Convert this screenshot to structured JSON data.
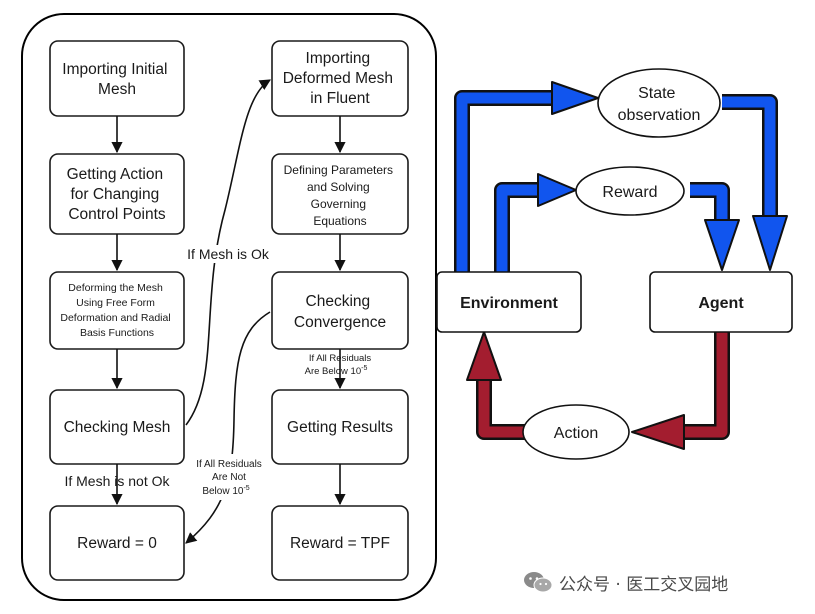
{
  "flowchart": {
    "left_column": {
      "import_initial_mesh": [
        "Importing Initial",
        "Mesh"
      ],
      "getting_action": [
        "Getting Action",
        "for Changing",
        "Control Points"
      ],
      "deforming_mesh": [
        "Deforming the Mesh",
        "Using Free Form",
        "Deformation and Radial",
        "Basis Functions"
      ],
      "checking_mesh": [
        "Checking Mesh"
      ],
      "reward_zero": [
        "Reward = 0"
      ]
    },
    "right_column": {
      "import_deformed_mesh": [
        "Importing",
        "Deformed Mesh",
        "in Fluent"
      ],
      "defining_parameters": [
        "Defining Parameters",
        "and Solving",
        "Governing",
        "Equations"
      ],
      "checking_convergence": [
        "Checking",
        "Convergence"
      ],
      "getting_results": [
        "Getting Results"
      ],
      "reward_tpf": [
        "Reward = TPF"
      ]
    },
    "edge_labels": {
      "mesh_ok": "If Mesh is Ok",
      "mesh_not_ok": "If Mesh is not Ok",
      "residuals_below_line1": "If All Residuals",
      "residuals_below_line2": "Are Below 10",
      "residuals_below_exp": "-5",
      "residuals_not_line1": "If All Residuals",
      "residuals_not_line2": "Are Not",
      "residuals_not_line3": "Below 10",
      "residuals_not_exp": "-5"
    }
  },
  "rl_loop": {
    "environment": "Environment",
    "agent": "Agent",
    "state": [
      "State",
      "observation"
    ],
    "reward": "Reward",
    "action": "Action"
  },
  "colors": {
    "blue_arrow": "#1155ee",
    "red_arrow": "#a31d2f",
    "outline": "#111111"
  },
  "watermark": {
    "text": "公众号 · 医工交叉园地",
    "icon": "wechat-icon"
  }
}
